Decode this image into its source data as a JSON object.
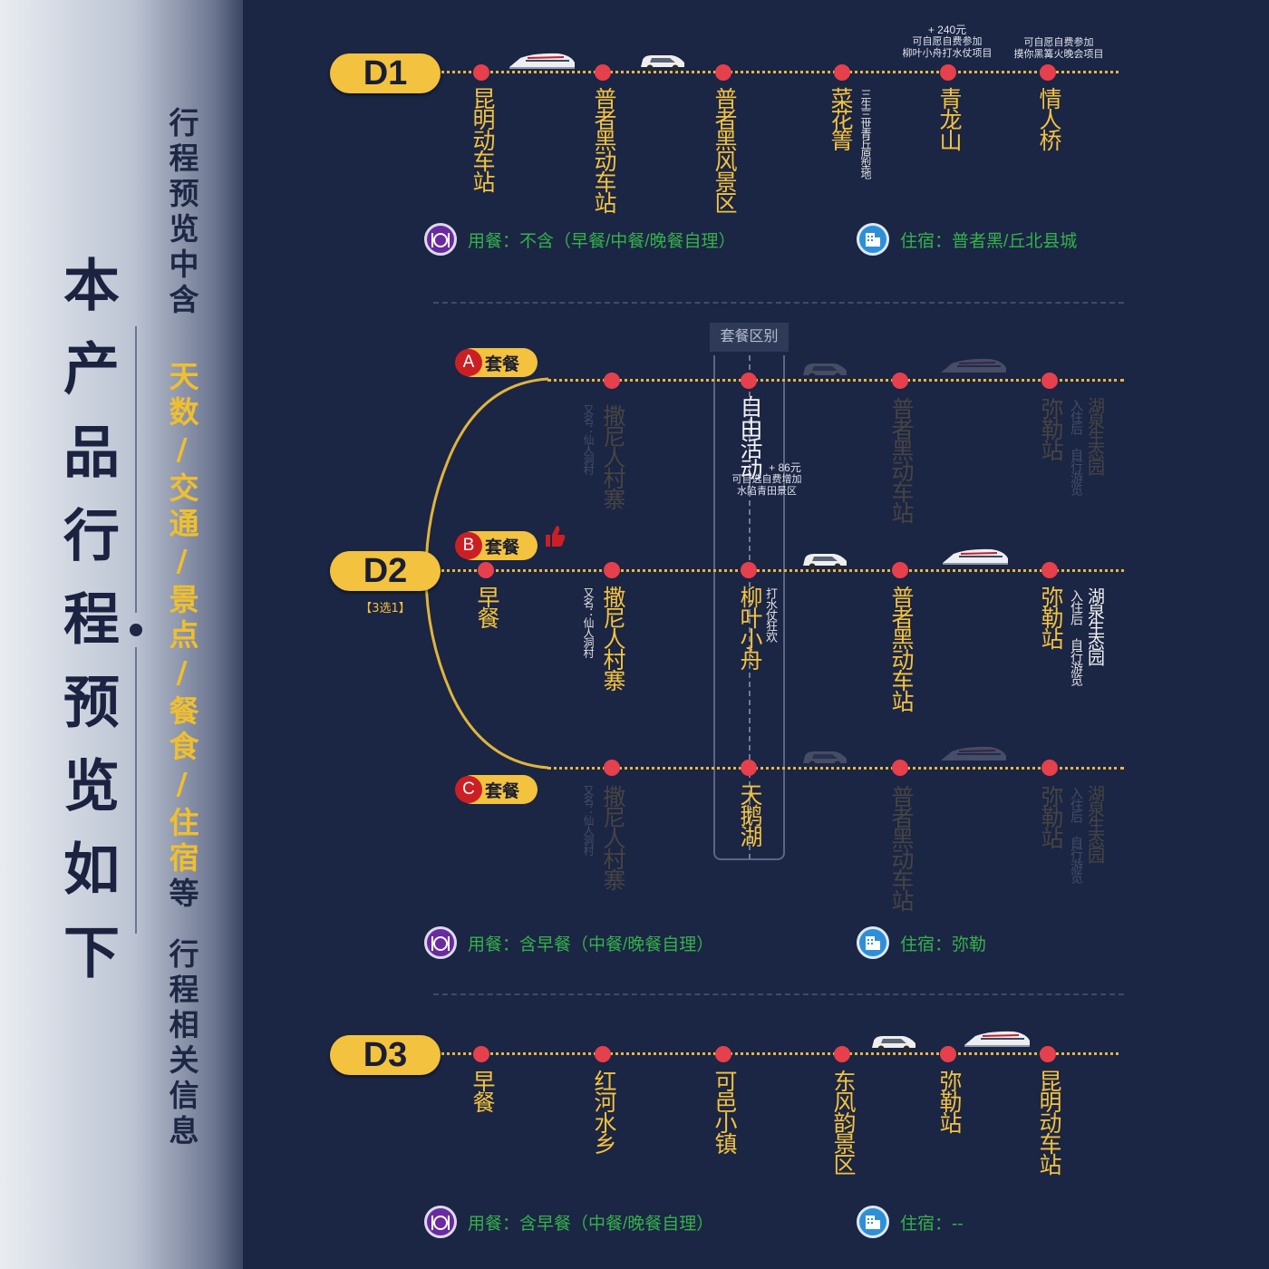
{
  "sidebar": {
    "title": "本产品行程预览如下",
    "sub_top": "行程预览中含",
    "highlight_parts": [
      "天数",
      "/",
      "交通",
      "/",
      "景点",
      "/",
      "餐食",
      "/",
      "住宿"
    ],
    "sub_suffix": "等",
    "sub_bottom": "行程相关信息"
  },
  "d1": {
    "label": "D1",
    "stops": [
      "昆明动车站",
      "普者黑动车站",
      "普者黑风景区",
      "菜花箐",
      "青龙山",
      "情人桥"
    ],
    "caihuajing_note": "三生三世青丘原型地",
    "qinglong_price": "+ 240元",
    "qinglong_note1": "可自愿自费参加",
    "qinglong_note2": "柳叶小舟打水仗项目",
    "qingren_note1": "可自愿自费参加",
    "qingren_note2": "摸你黑篝火晚会项目",
    "meal": "用餐：不含（早餐/中餐/晚餐自理）",
    "hotel": "住宿：普者黑/丘北县城"
  },
  "d2": {
    "label": "D2",
    "choice": "【3选1】",
    "compare_title": "套餐区别",
    "pkg_letters": [
      "A",
      "B",
      "C"
    ],
    "pkg_word": "套餐",
    "a": {
      "stops": [
        "撒尼人村寨",
        "自由活动",
        "普者黑动车站",
        "弥勒站"
      ],
      "alias": "又名：仙人洞村",
      "free_price": "+ 86元",
      "free_note1": "可自选自费增加",
      "free_note2": "水陷青田景区",
      "hotel_note1": "湖泉生态园",
      "hotel_note2": "入住后 自行游览"
    },
    "b": {
      "stops": [
        "早餐",
        "撒尼人村寨",
        "柳叶小舟",
        "普者黑动车站",
        "弥勒站"
      ],
      "alias": "又名：仙人洞村",
      "boat_note": "打水仗狂欢",
      "hotel_note1": "湖泉生态园",
      "hotel_note2": "入住后 自行游览"
    },
    "c": {
      "stops": [
        "撒尼人村寨",
        "天鹅湖",
        "普者黑动车站",
        "弥勒站"
      ],
      "alias": "又名：仙人洞村",
      "hotel_note1": "湖泉生态园",
      "hotel_note2": "入住后 自行游览"
    },
    "meal": "用餐：含早餐（中餐/晚餐自理）",
    "hotel": "住宿：弥勒"
  },
  "d3": {
    "label": "D3",
    "stops": [
      "早餐",
      "红河水乡",
      "可邑小镇",
      "东风韵景区",
      "弥勒站",
      "昆明动车站"
    ],
    "meal": "用餐：含早餐（中餐/晚餐自理）",
    "hotel": "住宿：--"
  },
  "icons": {
    "meal": "dining-plate-icon",
    "hotel": "hotel-building-icon",
    "train": "bullet-train-icon",
    "car": "minivan-icon",
    "thumb": "thumbs-up-icon"
  },
  "colors": {
    "background": "#1b2544",
    "accent": "#f3c23e",
    "dot": "#e5404c",
    "info": "#34b24a",
    "badge_red": "#cc1f24"
  }
}
